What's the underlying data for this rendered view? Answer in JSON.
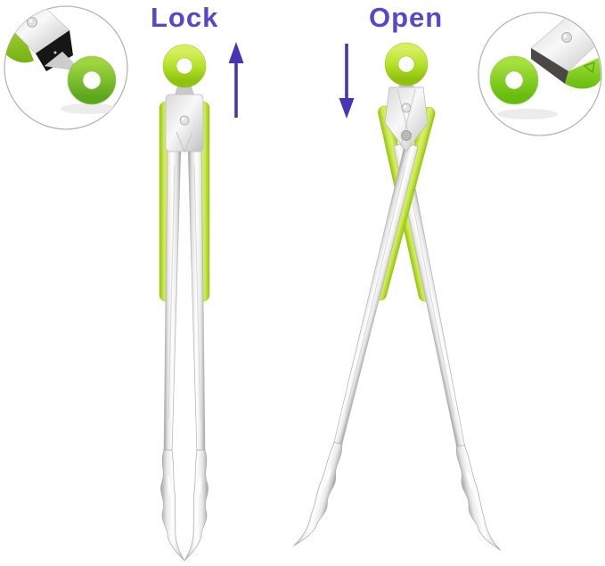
{
  "annotations": {
    "lock_label": "Lock",
    "open_label": "Open",
    "label_color": "#5748c9",
    "arrow_color": "#4735b8",
    "lock_arrow_direction": "up",
    "open_arrow_direction": "down"
  },
  "product": {
    "kind": "kitchen-tongs-with-silicone-grip-and-pull-ring-lock",
    "states": [
      "locked-closed",
      "open"
    ],
    "colors": {
      "silicone_green": "#c3e53c",
      "ring_green": "#b0de24",
      "inset_ring_green_left": "#76bd2a",
      "inset_ring_green_right": "#82cf1d",
      "steel_highlight": "#ffffff",
      "steel_shadow": "#a0a0a0",
      "background": "#ffffff"
    }
  },
  "insets": {
    "left": {
      "name": "pull-ring-lock-detail",
      "position": "top-left"
    },
    "right": {
      "name": "pull-ring-lock-detail",
      "position": "top-right"
    }
  }
}
